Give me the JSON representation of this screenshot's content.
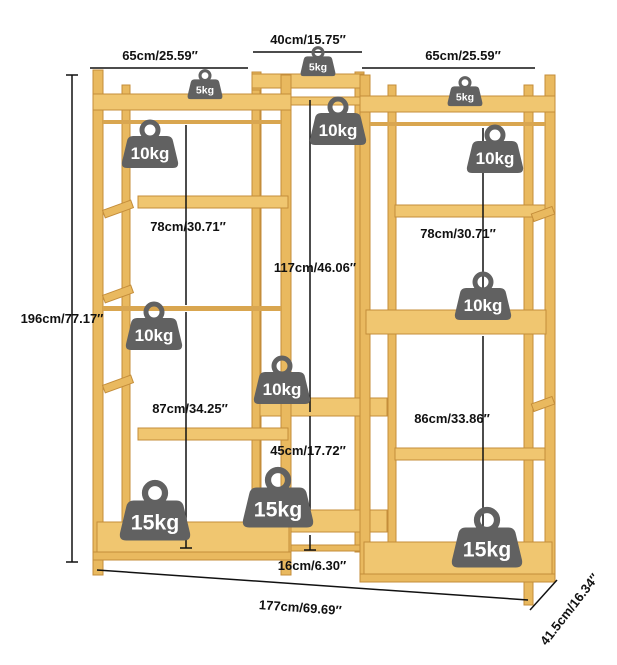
{
  "dimensions": {
    "left_width": "65cm/25.59″",
    "center_width": "40cm/15.75″",
    "right_width": "65cm/25.59″",
    "total_height": "196cm/77.17″",
    "left_upper_gap": "78cm/30.71″",
    "left_lower_gap": "87cm/34.25″",
    "center_upper_gap": "117cm/46.06″",
    "center_mid_gap": "45cm/17.72″",
    "center_bottom_gap": "16cm/6.30″",
    "right_upper_gap": "78cm/30.71″",
    "right_lower_gap": "86cm/33.86″",
    "total_width": "177cm/69.69″",
    "depth": "41.5cm/16.34″"
  },
  "weights": {
    "left_top_shelf": "5kg",
    "center_top_shelf": "5kg",
    "right_top_shelf": "5kg",
    "left_upper_rod": "10kg",
    "center_upper": "10kg",
    "right_upper_rod": "10kg",
    "left_lower_rod": "10kg",
    "right_mid_shelf": "10kg",
    "center_mid_shelf": "10kg",
    "left_bottom_shelf": "15kg",
    "center_bottom_shelf": "15kg",
    "right_bottom_shelf": "15kg"
  }
}
